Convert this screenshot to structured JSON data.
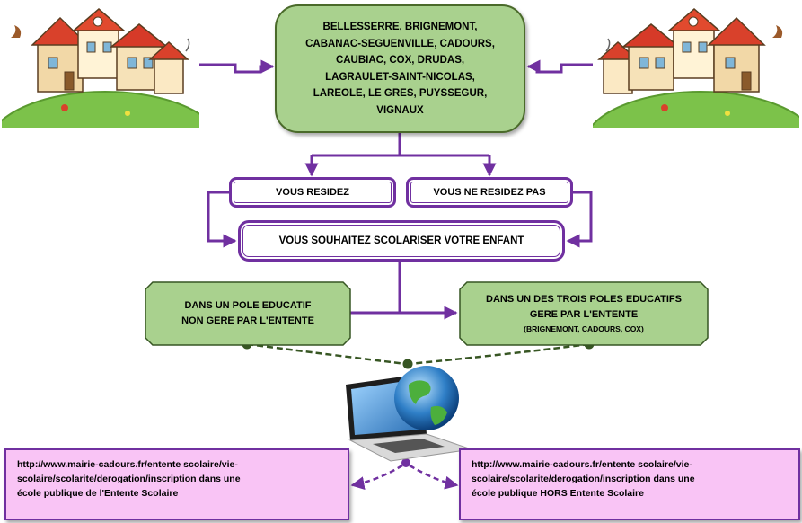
{
  "communes": {
    "lines": [
      "BELLESSERRE, BRIGNEMONT,",
      "CABANAC-SEGUENVILLE, CADOURS,",
      "CAUBIAC, COX, DRUDAS,",
      "LAGRAULET-SAINT-NICOLAS,",
      "LAREOLE, LE GRES, PUYSSEGUR,",
      "VIGNAUX"
    ]
  },
  "choices": {
    "resident": "VOUS RESIDEZ",
    "non_resident": "VOUS NE RESIDEZ PAS",
    "enroll": "VOUS SOUHAITEZ SCOLARISER VOTRE ENFANT"
  },
  "poles": {
    "left": {
      "line1": "DANS UN POLE EDUCATIF",
      "line2": "NON GERE PAR L'ENTENTE"
    },
    "right": {
      "line1": "DANS UN DES TROIS POLES EDUCATIFS",
      "line2": "GERE PAR L'ENTENTE",
      "line3": "(BRIGNEMONT,  CADOURS,  COX)"
    }
  },
  "links": {
    "left": {
      "line1": "http://www.mairie-cadours.fr/entente scolaire/vie-",
      "line2": "scolaire/scolarite/derogation/inscription dans une",
      "line3": "école publique de l'Entente Scolaire"
    },
    "right": {
      "line1": "http://www.mairie-cadours.fr/entente scolaire/vie-",
      "line2": "scolaire/scolarite/derogation/inscription dans une",
      "line3": "école publique HORS  Entente Scolaire"
    }
  },
  "icons": {
    "village_left": "village-illustration-icon",
    "village_right": "village-illustration-icon",
    "laptop": "laptop-globe-icon"
  },
  "colors": {
    "purple": "#7030a0",
    "green_fill": "#a9d18e",
    "green_dark": "#375623",
    "pink_fill": "#f9c4f5"
  }
}
